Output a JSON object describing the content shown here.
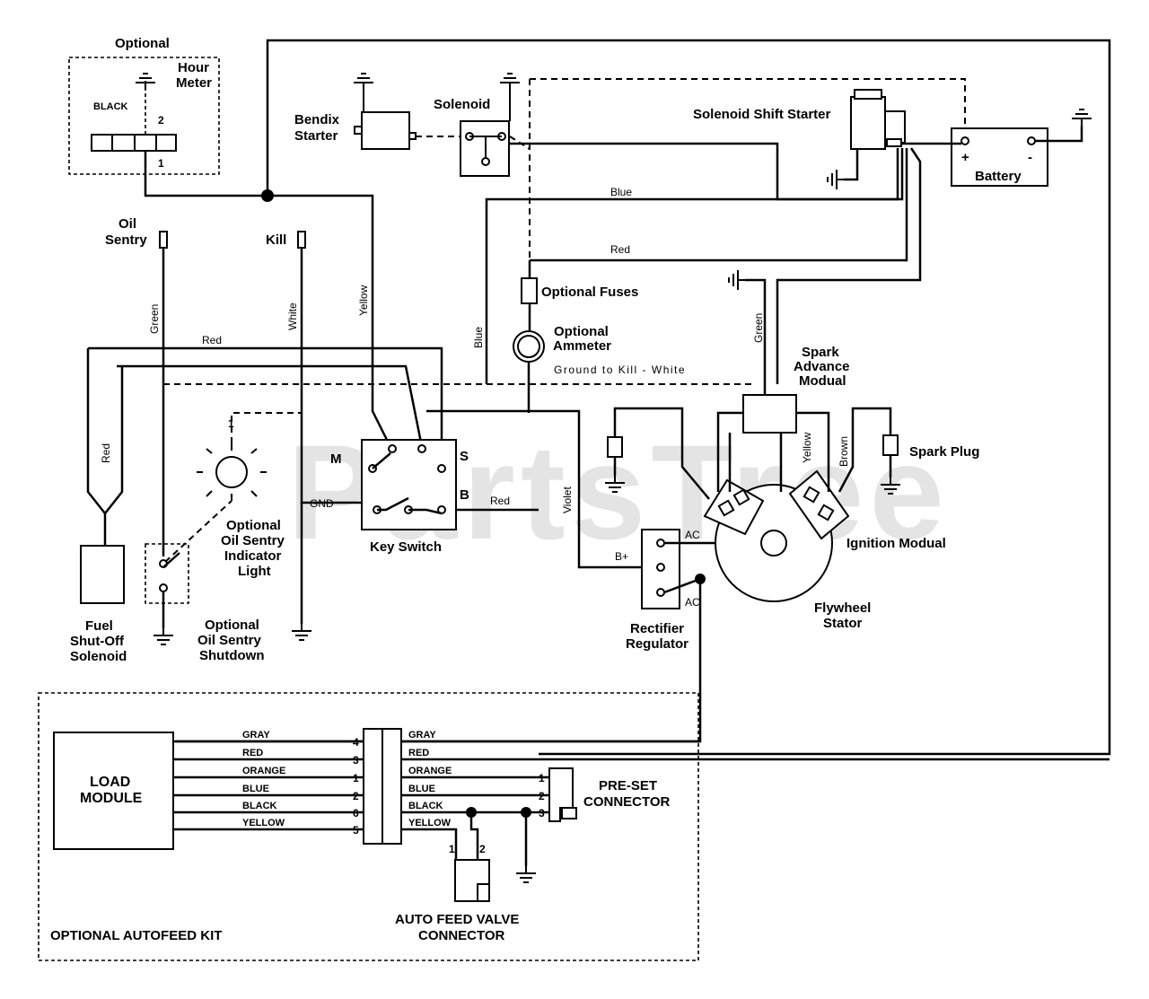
{
  "watermark": "PartsTree",
  "labels": {
    "optional": "Optional",
    "hour_meter_1": "Hour",
    "hour_meter_2": "Meter",
    "black": "BLACK",
    "pin_2": "2",
    "pin_1": "1",
    "bendix_1": "Bendix",
    "bendix_2": "Starter",
    "solenoid": "Solenoid",
    "solenoid_shift_starter": "Solenoid Shift Starter",
    "battery": "Battery",
    "battery_plus": "+",
    "battery_minus": "-",
    "oil_sentry_1": "Oil",
    "oil_sentry_2": "Sentry",
    "kill": "Kill",
    "optional_fuses": "Optional Fuses",
    "optional_ammeter_1": "Optional",
    "optional_ammeter_2": "Ammeter",
    "ground_to_kill": "Ground to Kill - White",
    "spark_advance_1": "Spark",
    "spark_advance_2": "Advance",
    "spark_advance_3": "Modual",
    "spark_plug": "Spark Plug",
    "ignition_modual": "Ignition Modual",
    "flywheel_1": "Flywheel",
    "flywheel_2": "Stator",
    "rectifier_1": "Rectifier",
    "rectifier_2": "Regulator",
    "ac_top": "AC",
    "bplus": "B+",
    "ac_bottom": "AC",
    "key_switch": "Key Switch",
    "ks_m": "M",
    "ks_s": "S",
    "ks_b": "B",
    "gnd": "GND",
    "indicator_1": "Optional",
    "indicator_2": "Oil Sentry",
    "indicator_3": "Indicator",
    "indicator_4": "Light",
    "indicator_pin": "1",
    "fuel_1": "Fuel",
    "fuel_2": "Shut-Off",
    "fuel_3": "Solenoid",
    "shutdown_1": "Optional",
    "shutdown_2": "Oil Sentry",
    "shutdown_3": "Shutdown",
    "load_module_1": "LOAD",
    "load_module_2": "MODULE",
    "preset_1": "PRE-SET",
    "preset_2": "CONNECTOR",
    "autofeed_1": "AUTO FEED VALVE",
    "autofeed_2": "CONNECTOR",
    "autofeed_pin_1": "1",
    "autofeed_pin_2": "2",
    "optional_autofeed_kit": "OPTIONAL AUTOFEED KIT"
  },
  "wire_labels": {
    "blue_top": "Blue",
    "red_top": "Red",
    "green_left": "Green",
    "white_left": "White",
    "yellow_left": "Yellow",
    "red_horizontal": "Red",
    "blue_vertical": "Blue",
    "green_right": "Green",
    "red_left_vertical": "Red",
    "red_key": "Red",
    "violet": "Violet",
    "yellow_ign": "Yellow",
    "brown_ign": "Brown"
  },
  "load_module_wires": [
    {
      "color": "GRAY",
      "pin": "4"
    },
    {
      "color": "RED",
      "pin": "3"
    },
    {
      "color": "ORANGE",
      "pin": "1"
    },
    {
      "color": "BLUE",
      "pin": "2"
    },
    {
      "color": "BLACK",
      "pin": "6"
    },
    {
      "color": "YELLOW",
      "pin": "5"
    }
  ],
  "harness_wires": [
    {
      "color": "GRAY"
    },
    {
      "color": "RED"
    },
    {
      "color": "ORANGE",
      "pin": "1"
    },
    {
      "color": "BLUE",
      "pin": "2"
    },
    {
      "color": "BLACK",
      "pin": "3"
    },
    {
      "color": "YELLOW"
    }
  ]
}
